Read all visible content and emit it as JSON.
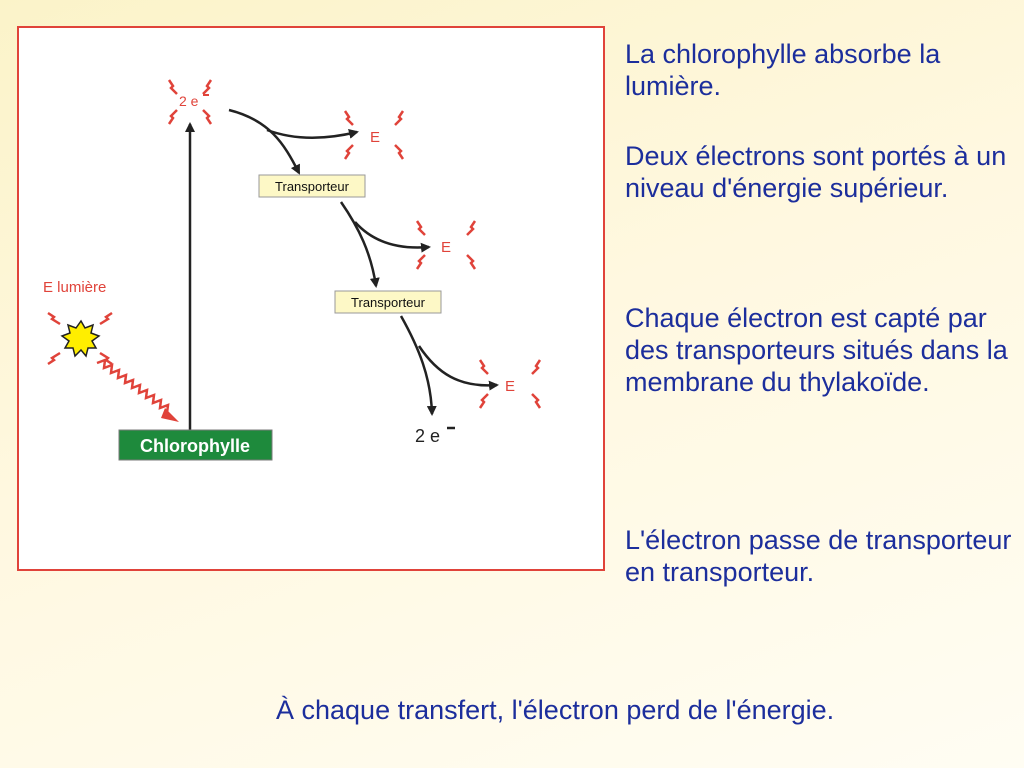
{
  "diagram": {
    "top_electron_label": "2 e",
    "bottom_electron_label": "2 e",
    "energy_labels": [
      "E",
      "E",
      "E"
    ],
    "transporter_labels": [
      "Transporteur",
      "Transporteur"
    ],
    "light_label": "E lumière",
    "chlorophyll_label": "Chlorophylle",
    "colors": {
      "border": "#e0433a",
      "red": "#e0433a",
      "arrow": "#222222",
      "chlorophyll_box": "#1e8a3c",
      "transporter_box": "#fdf8c6",
      "sun_fill": "#ffee00"
    }
  },
  "text": {
    "p1": "La chlorophylle absorbe la lumière.",
    "p2": "Deux électrons sont portés à un niveau d'énergie supérieur.",
    "p3": "Chaque électron est capté par des transporteurs situés dans la membrane du thylakoïde.",
    "p4": "L'électron passe de transporteur en transporteur.",
    "footer": "À chaque transfert, l'électron perd de l'énergie.",
    "color": "#1c2e9c"
  }
}
